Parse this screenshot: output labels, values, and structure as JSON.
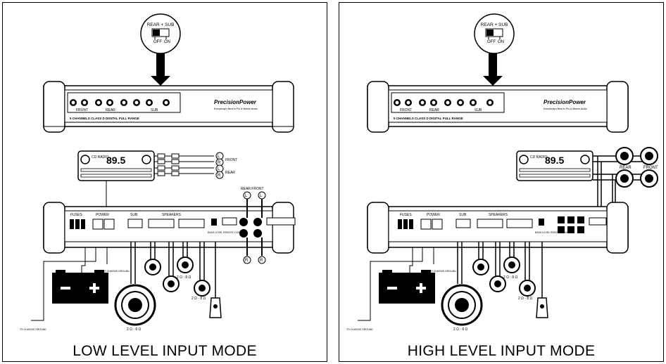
{
  "panels": [
    {
      "id": "low",
      "caption": "LOW LEVEL INPUT MODE",
      "switch": {
        "title": "REAR + SUB",
        "off": "OFF",
        "on": "ON"
      },
      "amp_top": {
        "model_text": "5 CHANNELS CLASS D DIGITAL FULL RANGE",
        "brand": "PrecisionPower",
        "tagline": "Everybody's Best in Pro & Marine Audio",
        "sections": [
          "FRONT",
          "REAR",
          "SUB"
        ]
      },
      "head_unit": {
        "source": "CD RADIO",
        "frequency": "89.5"
      },
      "rca_labels": {
        "front": "FRONT",
        "rear": "REAR",
        "left": "L",
        "right": "R",
        "rear_front": "REAR  FRONT"
      },
      "amp_bottom": {
        "fuses": "FUSES",
        "power": "POWER",
        "sub": "SUB",
        "speakers": "SPEAKERS",
        "remote": "BASS LEVEL REMOTE CONTROL",
        "ground": "TO CHASSIS GROUND"
      },
      "impedance": [
        "2 Ω - 8 Ω",
        "2 Ω - 8 Ω",
        "2 Ω - 8 Ω"
      ]
    },
    {
      "id": "high",
      "caption": "HIGH LEVEL INPUT MODE",
      "switch": {
        "title": "REAR + SUB",
        "off": "OFF",
        "on": "ON"
      },
      "amp_top": {
        "model_text": "5 CHANNELS CLASS D DIGITAL FULL RANGE",
        "brand": "PrecisionPower",
        "tagline": "Everybody's Best in Pro & Marine Audio",
        "sections": [
          "FRONT",
          "REAR",
          "SUB"
        ]
      },
      "head_unit": {
        "source": "CD RADIO",
        "frequency": "89.5"
      },
      "speaker_labels": {
        "rear": "REAR",
        "front": "FRONT"
      },
      "amp_bottom": {
        "fuses": "FUSES",
        "power": "POWER",
        "sub": "SUB",
        "speakers": "SPEAKERS",
        "remote": "BASS LEVEL REMOTE CONTROL",
        "ground": "TO CHASSIS GROUND"
      },
      "impedance": [
        "2 Ω - 8 Ω",
        "2 Ω - 8 Ω",
        "2 Ω - 8 Ω"
      ]
    }
  ]
}
